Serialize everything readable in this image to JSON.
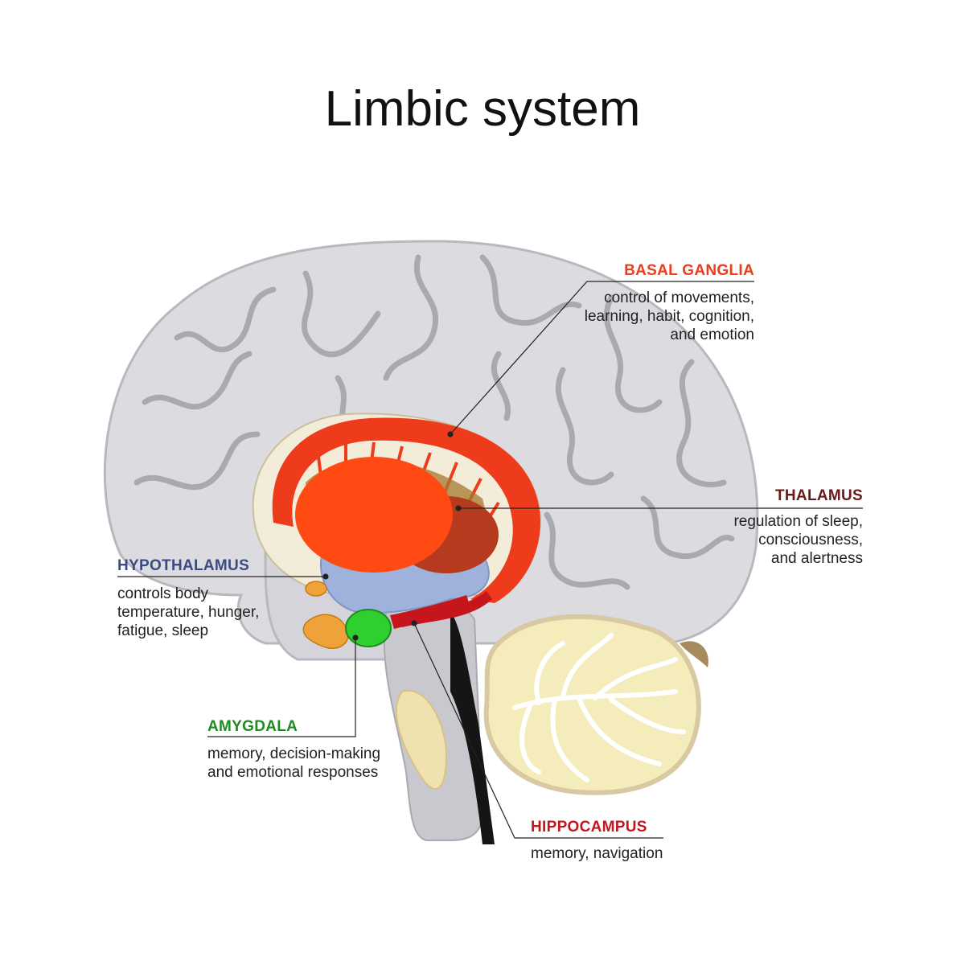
{
  "title": "Limbic system",
  "colors": {
    "brain": "#dcdce0",
    "basal_ganglia": "#ee3b1c",
    "thalamus": "#6a1818",
    "hypothalamus": "#3a4a82",
    "amygdala": "#1f8a1f",
    "hippocampus": "#c4161c",
    "cerebellum": "#f5ecbc"
  },
  "labels": {
    "basal_ganglia": {
      "name": "BASAL GANGLIA",
      "desc": "control of movements,\nlearning, habit, cognition,\nand emotion"
    },
    "thalamus": {
      "name": "THALAMUS",
      "desc": "regulation of sleep,\nconsciousness,\nand alertness"
    },
    "hypothalamus": {
      "name": "HYPOTHALAMUS",
      "desc": "controls body\ntemperature, hunger,\nfatigue, sleep"
    },
    "amygdala": {
      "name": "AMYGDALA",
      "desc": "memory, decision-making\nand emotional responses"
    },
    "hippocampus": {
      "name": "HIPPOCAMPUS",
      "desc": "memory, navigation"
    }
  }
}
